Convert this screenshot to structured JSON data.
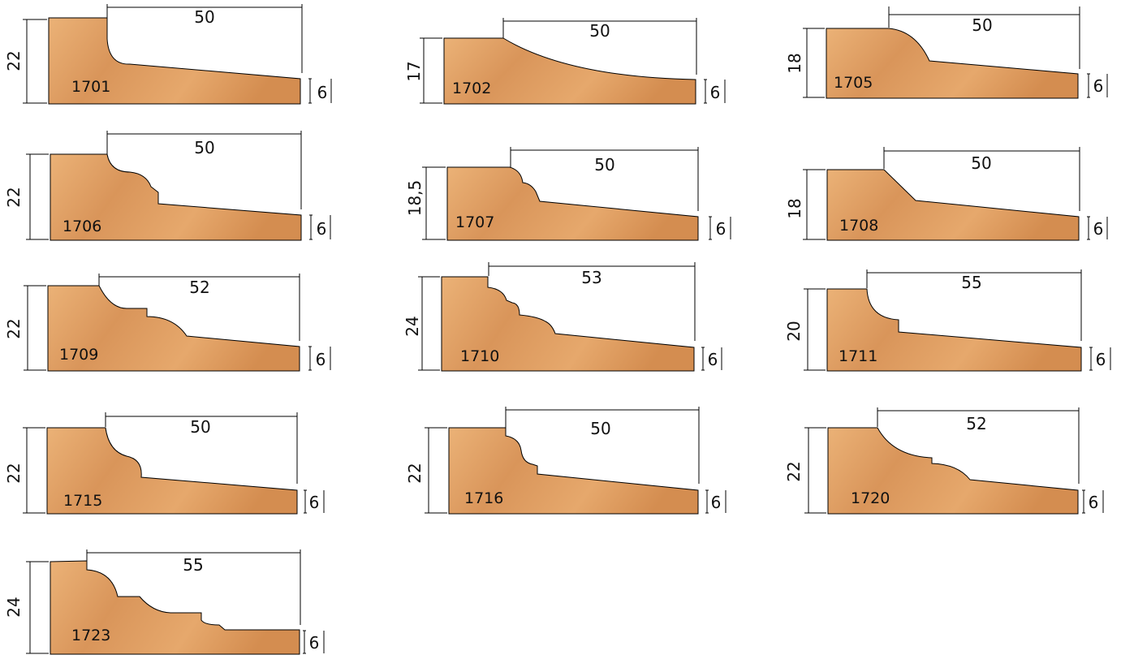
{
  "profiles": [
    {
      "code": "1701",
      "height": "22",
      "width": "50",
      "thickness": "6"
    },
    {
      "code": "1702",
      "height": "17",
      "width": "50",
      "thickness": "6"
    },
    {
      "code": "1705",
      "height": "18",
      "width": "50",
      "thickness": "6"
    },
    {
      "code": "1706",
      "height": "22",
      "width": "50",
      "thickness": "6"
    },
    {
      "code": "1707",
      "height": "18,5",
      "width": "50",
      "thickness": "6"
    },
    {
      "code": "1708",
      "height": "18",
      "width": "50",
      "thickness": "6"
    },
    {
      "code": "1709",
      "height": "22",
      "width": "52",
      "thickness": "6"
    },
    {
      "code": "1710",
      "height": "24",
      "width": "53",
      "thickness": "6"
    },
    {
      "code": "1711",
      "height": "20",
      "width": "55",
      "thickness": "6"
    },
    {
      "code": "1715",
      "height": "22",
      "width": "50",
      "thickness": "6"
    },
    {
      "code": "1716",
      "height": "22",
      "width": "50",
      "thickness": "6"
    },
    {
      "code": "1720",
      "height": "22",
      "width": "52",
      "thickness": "6"
    },
    {
      "code": "1723",
      "height": "24",
      "width": "55",
      "thickness": "6"
    }
  ],
  "colors": {
    "wood_light": "#ecb57a",
    "wood_dark": "#d68f52",
    "line": "#000000"
  }
}
